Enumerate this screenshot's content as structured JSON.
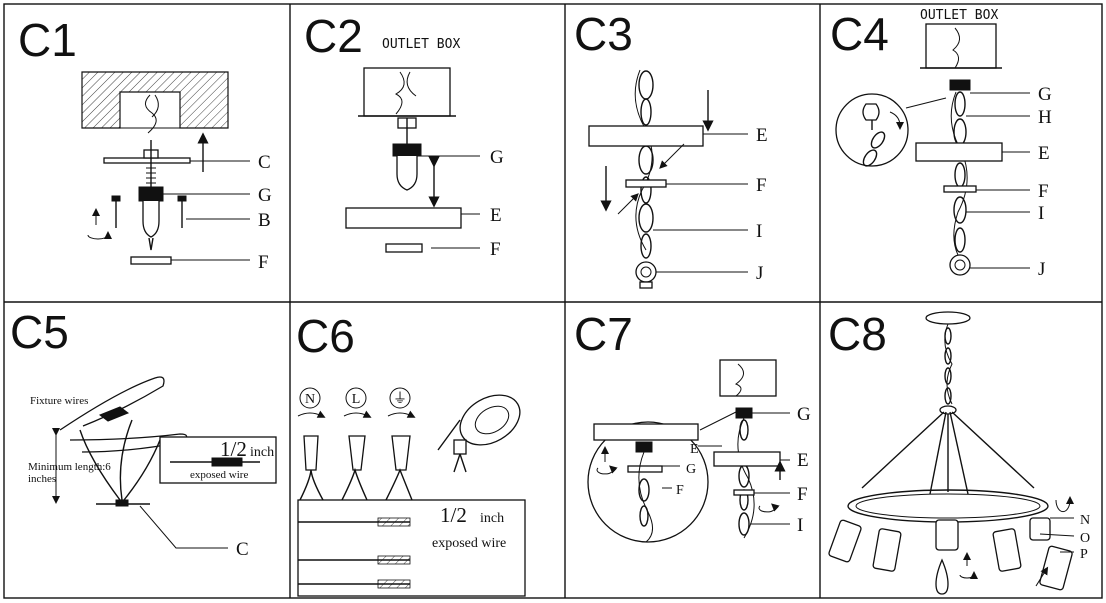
{
  "panels": [
    {
      "id": "C1",
      "labels": [
        "C",
        "G",
        "B",
        "F"
      ]
    },
    {
      "id": "C2",
      "caption": "OUTLET BOX",
      "labels": [
        "G",
        "E",
        "F"
      ]
    },
    {
      "id": "C3",
      "labels": [
        "E",
        "F",
        "I",
        "J"
      ]
    },
    {
      "id": "C4",
      "caption": "OUTLET BOX",
      "labels": [
        "G",
        "H",
        "E",
        "F",
        "I",
        "J"
      ]
    },
    {
      "id": "C5",
      "fixture_wires": "Fixture wires",
      "min_length_line1": "Minimum length:6",
      "min_length_line2": "inches",
      "fraction": "1/2",
      "inch": "inch",
      "exposed_wire": "exposed wire",
      "labels": [
        "C"
      ]
    },
    {
      "id": "C6",
      "symbols": [
        "N",
        "L",
        "⏚"
      ],
      "fraction": "1/2",
      "inch": "inch",
      "exposed_wire": "exposed wire"
    },
    {
      "id": "C7",
      "labels": [
        "G",
        "E",
        "G",
        "F",
        "E",
        "F",
        "I"
      ]
    },
    {
      "id": "C8",
      "labels": [
        "N",
        "O",
        "P"
      ]
    }
  ]
}
